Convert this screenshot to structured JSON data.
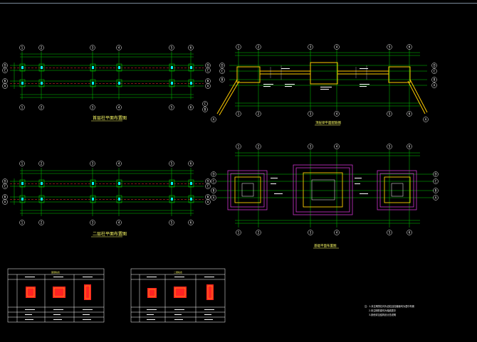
{
  "drawing": {
    "plan_title_1": "首层柱平面布置图",
    "plan_title_2": "二层柱平面布置图",
    "roof_plan_title": "顶层梁平面配筋图",
    "foundation_plan_title": "基础平面布置图",
    "notes": [
      "注：1.未注明的柱均为边柱且柱截面均为居中布置",
      "2.未注明的梁均为轴线居中",
      "3.其他详见结构设计总说明"
    ],
    "table_1_title": "首层柱表",
    "table_2_title": "二层柱表",
    "axis_letters": [
      "D",
      "C",
      "B",
      "A"
    ],
    "axis_numbers": [
      "1",
      "2",
      "3",
      "4",
      "5",
      "6"
    ]
  },
  "colors": {
    "background": "#000000",
    "grid_green": "#00cc00",
    "axis_red": "#ff3333",
    "beam_yellow": "#ffcc00",
    "footing_magenta": "#cc33cc",
    "text_white": "#ffffff",
    "column_red": "#ff2222"
  }
}
